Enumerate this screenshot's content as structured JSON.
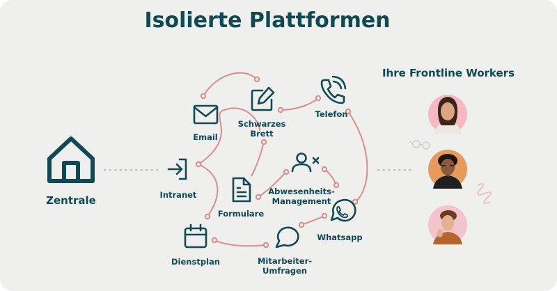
{
  "title": "Isolierte Plattformen",
  "workers_heading": "Ihre Frontline Workers",
  "hub_label": "Zentrale",
  "colors": {
    "primary": "#0f4a52",
    "connector": "#d98d8d",
    "background": "#efefed",
    "avatar_pink": "#f6b8c2",
    "avatar_orange": "#e69b5b",
    "avatar_rose": "#f3c4cc"
  },
  "platforms": [
    {
      "id": "intranet",
      "label": [
        "Intranet"
      ],
      "icon": "login-arrow-icon"
    },
    {
      "id": "email",
      "label": [
        "Email"
      ],
      "icon": "envelope-icon"
    },
    {
      "id": "board",
      "label": [
        "Schwarzes",
        "Brett"
      ],
      "icon": "edit-pencil-icon"
    },
    {
      "id": "phone",
      "label": [
        "Telefon"
      ],
      "icon": "phone-call-icon"
    },
    {
      "id": "forms",
      "label": [
        "Formulare"
      ],
      "icon": "document-icon"
    },
    {
      "id": "absence",
      "label": [
        "Abwesenheits-",
        "Management"
      ],
      "icon": "user-remove-icon"
    },
    {
      "id": "whatsapp",
      "label": [
        "Whatsapp"
      ],
      "icon": "whatsapp-icon"
    },
    {
      "id": "schedule",
      "label": [
        "Dienstplan"
      ],
      "icon": "calendar-icon"
    },
    {
      "id": "survey",
      "label": [
        "Mitarbeiter-",
        "Umfragen"
      ],
      "icon": "speech-bubble-icon"
    }
  ],
  "workers": [
    {
      "name": "worker-1",
      "icon": "person-avatar-icon"
    },
    {
      "name": "worker-2",
      "icon": "person-avatar-icon"
    },
    {
      "name": "worker-3",
      "icon": "person-avatar-icon"
    }
  ]
}
